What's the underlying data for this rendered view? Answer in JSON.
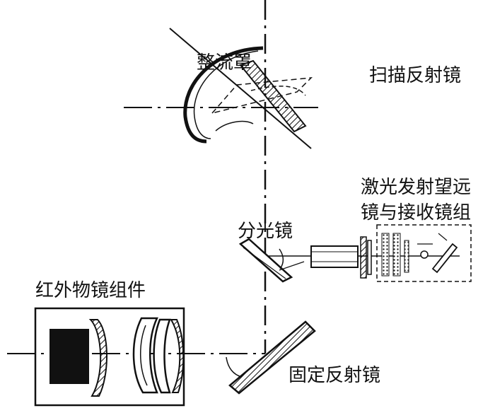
{
  "labels": {
    "fairing": "整流罩",
    "scan_mirror": "扫描反射镜",
    "laser_line1": "激光发射望远",
    "laser_line2": "镜与接收镜组",
    "beam_splitter": "分光镜",
    "ir_objective": "红外物镜组件",
    "fixed_mirror": "固定反射镜"
  }
}
